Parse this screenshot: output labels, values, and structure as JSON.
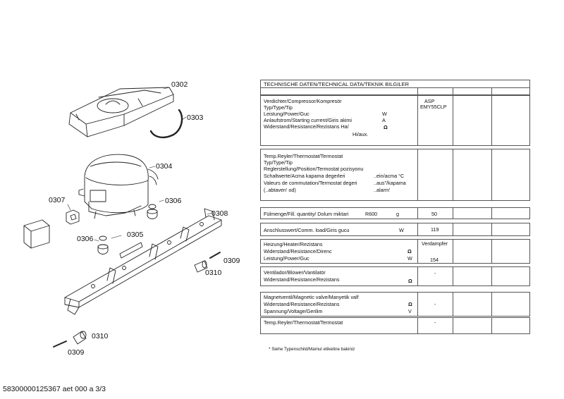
{
  "drawing": {
    "callouts": [
      "0302",
      "0303",
      "0304",
      "0306",
      "0307",
      "0308",
      "0306",
      "0305",
      "0309",
      "0310",
      "0310",
      "0309"
    ]
  },
  "table": {
    "header": "TECHNISCHE DATEN/TECHNICAL DATA/TEKNIK BILGILER",
    "compressor": {
      "lines": [
        "Verdichter/Compressor/Kompresör",
        "Typ/Type/Tip",
        " Leistung/Power/Guc",
        "Anlaufstrom/Starting current/Giris akimi",
        "Widerstand/Resistance/Rezistans Ha/",
        "Hi/aux."
      ],
      "units": [
        "W",
        "A",
        "Ω"
      ],
      "values": [
        "ASP",
        "EMY55CLP"
      ]
    },
    "thermostat": {
      "lines": [
        "Temp.Reyler/Thermostat/Termostat",
        "Typ/Type/Tip",
        "Reglerstellung/Position/Termostat  pozisyonu",
        "Schaltwerte/Acma kapama degerleri",
        "Valeurs de commutation/Termostat degeri",
        "(..abtaven' od)"
      ],
      "units": [
        "..ein/acma °C",
        "..aus\"/kapama",
        "..alarm'"
      ]
    },
    "fill": {
      "label": "Fülmenge/Fill. quantity/ Dolum miktari",
      "refrigerant": "R600",
      "unit": "g",
      "value": "50"
    },
    "connected": {
      "label": "Anschlusswert/Comm. load/Giris gucu",
      "unit": "W",
      "value": "119"
    },
    "heater": {
      "lines": [
        "Heizung/Heater/Rezistans",
        "Widerstand/Resistance/Direnc",
        "Leistung/Power/Guc"
      ],
      "units": [
        "Ω",
        "W"
      ],
      "values": [
        "Verdampfer",
        "154"
      ]
    },
    "fan": {
      "lines": [
        "Ventilador/Blower/Vantilatör",
        " Widerstand/Resistance/Rezistans"
      ],
      "unit": "Ω",
      "value": "-"
    },
    "valve": {
      "lines": [
        "Magnetventil/Magnetic valve/Manyetik valf",
        "Widerstand/Resistance/Rezistans",
        " Spannung/Voltage/Gerilim"
      ],
      "units": [
        "Ω",
        "V"
      ],
      "value": "-"
    },
    "thermostat2": {
      "label": "Temp.Reyler/Thermostat/Termostat",
      "value": "-"
    },
    "footnote": "* Siehe Typenschild/Mamul etiketine bakiniz"
  },
  "footer": "58300000125367 aet 000 a 3/3"
}
